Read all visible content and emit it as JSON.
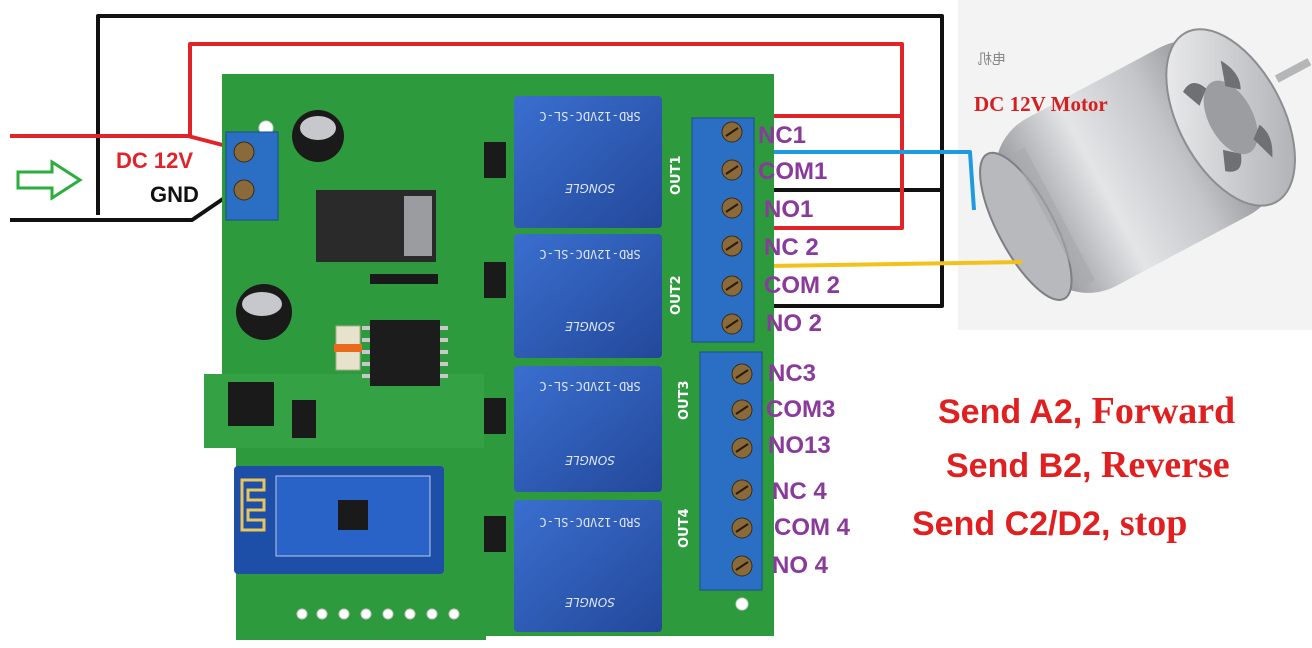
{
  "power": {
    "dc_label": "DC 12V",
    "gnd_label": "GND"
  },
  "terminals": [
    "NC1",
    "COM1",
    "NO1",
    "NC 2",
    "COM 2",
    "NO 2",
    "NC3",
    "COM3",
    "NO13",
    "NC 4",
    "COM 4",
    "NO 4"
  ],
  "motor": {
    "label": "DC 12V Motor",
    "watermark": "电机"
  },
  "commands": [
    {
      "prefix": "Send A2, ",
      "action": "Forward"
    },
    {
      "prefix": "Send B2, ",
      "action": "Reverse"
    },
    {
      "prefix": "Send C2/D2, ",
      "action": "stop"
    }
  ],
  "relays": [
    {
      "model": "SRD-12VDC-SL-C",
      "brand": "SONGLE",
      "out": "OUT1"
    },
    {
      "model": "SRD-12VDC-SL-C",
      "brand": "SONGLE",
      "out": "OUT2"
    },
    {
      "model": "SRD-12VDC-SL-C",
      "brand": "SONGLE",
      "out": "OUT3"
    },
    {
      "model": "SRD-12VDC-SL-C",
      "brand": "SONGLE",
      "out": "OUT4"
    }
  ],
  "colors": {
    "pcb": "#2e9a3e",
    "terminal_block": "#2b6fc4",
    "relay": "#2f5fb8",
    "red_wire": "#e0242a",
    "black_wire": "#111111",
    "blue_wire": "#1e9be0",
    "yellow_wire": "#f2c21b",
    "arrow": "#2cae3c"
  }
}
